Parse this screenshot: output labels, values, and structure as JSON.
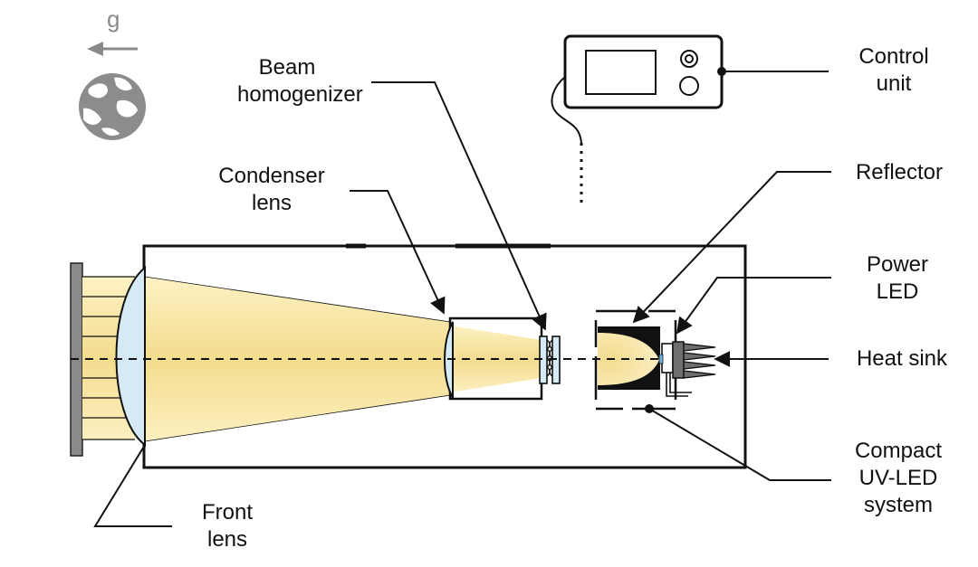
{
  "gravity": {
    "label": "g"
  },
  "labels": {
    "beam_homogenizer": [
      "Beam",
      "homogenizer"
    ],
    "condenser_lens": [
      "Condenser",
      "lens"
    ],
    "front_lens": [
      "Front",
      "lens"
    ],
    "control_unit": [
      "Control",
      "unit"
    ],
    "reflector": [
      "Reflector"
    ],
    "power_led": [
      "Power",
      "LED"
    ],
    "heat_sink": [
      "Heat sink"
    ],
    "compact_uv_led_system": [
      "Compact",
      "UV-LED",
      "system"
    ]
  },
  "colors": {
    "beam_light": "#fdf2c4",
    "beam_dark": "#f0d88a",
    "lens_fill": "#d6eaf6",
    "outline": "#111111",
    "globe": "#8c8c8c",
    "gravity_arrow": "#8a8a8a",
    "filter_plate": "#8a8a8a"
  },
  "icons": [
    "globe-icon",
    "gravity-arrow-icon",
    "display-icon",
    "knob-icon"
  ]
}
